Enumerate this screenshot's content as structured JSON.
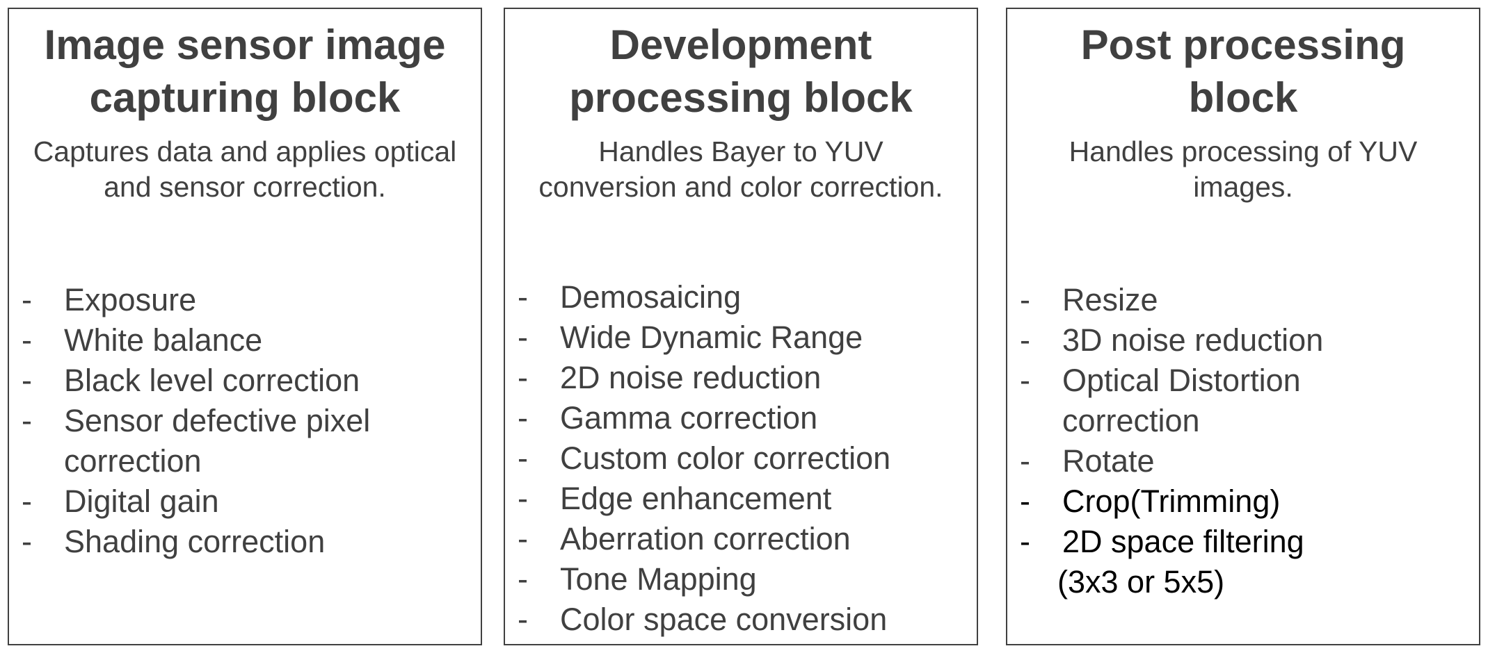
{
  "panels": [
    {
      "title": "Image sensor image\ncapturing block",
      "description": "Captures data and applies optical\nand sensor correction.",
      "items": [
        {
          "bullet": "-",
          "text": "Exposure"
        },
        {
          "bullet": "-",
          "text": "White balance"
        },
        {
          "bullet": "-",
          "text": "Black level correction"
        },
        {
          "bullet": "-",
          "text": "Sensor defective pixel\ncorrection"
        },
        {
          "bullet": "-",
          "text": "Digital gain"
        },
        {
          "bullet": "-",
          "text": "Shading correction"
        }
      ]
    },
    {
      "title": "Development\nprocessing block",
      "description": "Handles Bayer to YUV\nconversion and color correction.",
      "items": [
        {
          "bullet": "-",
          "text": "Demosaicing"
        },
        {
          "bullet": "-",
          "text": "Wide Dynamic Range"
        },
        {
          "bullet": "-",
          "text": "2D noise reduction"
        },
        {
          "bullet": "-",
          "text": "Gamma correction"
        },
        {
          "bullet": "-",
          "text": "Custom color correction"
        },
        {
          "bullet": "-",
          "text": "Edge enhancement"
        },
        {
          "bullet": "-",
          "text": "Aberration correction"
        },
        {
          "bullet": "-",
          "text": "Tone Mapping"
        },
        {
          "bullet": "-",
          "text": "Color space conversion"
        }
      ]
    },
    {
      "title": "Post processing\nblock",
      "description": "Handles processing of YUV\nimages.",
      "items": [
        {
          "bullet": "-",
          "text": "Resize"
        },
        {
          "bullet": "-",
          "text": "3D noise reduction"
        },
        {
          "bullet": "-",
          "text": "Optical Distortion\ncorrection"
        },
        {
          "bullet": "-",
          "text": "Rotate"
        },
        {
          "bullet": "-",
          "text": "Crop(Trimming)"
        },
        {
          "bullet": "-",
          "text": "2D space filtering"
        },
        {
          "bullet": "",
          "text": "(3x3 or 5x5)"
        }
      ]
    }
  ],
  "colors": {
    "text": "#404040",
    "text_dark": "#000000",
    "border": "#404040",
    "background": "#ffffff"
  }
}
